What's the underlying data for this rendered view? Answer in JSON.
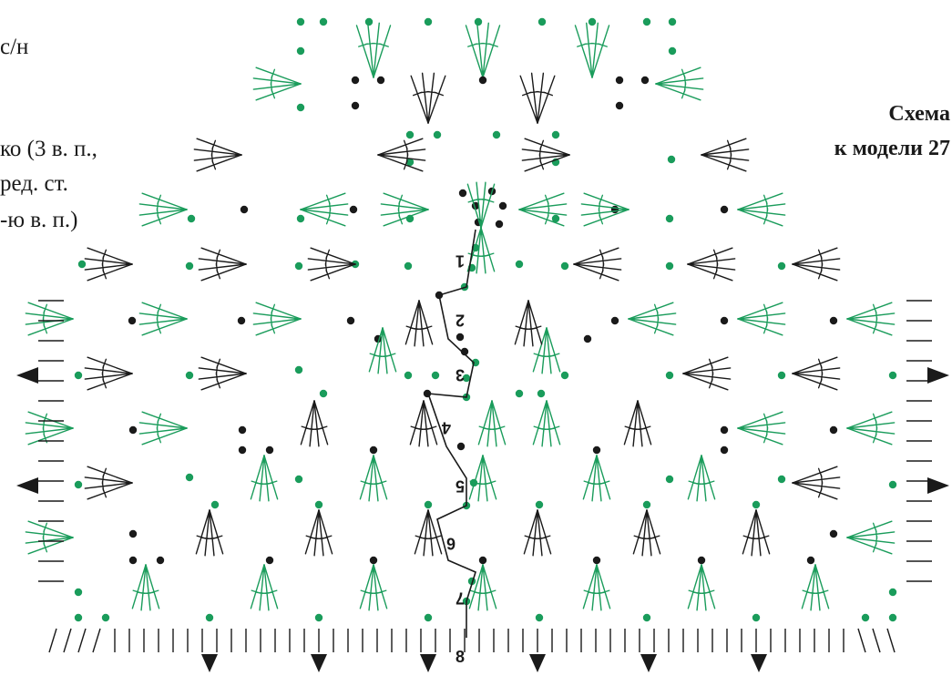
{
  "legend": {
    "lines": [
      "с/н",
      "ко (3 в. п.,",
      "ред. ст.",
      "-ю в. п.)"
    ]
  },
  "title": {
    "line1": "Схема",
    "line2": "к модели 27"
  },
  "colors": {
    "ink": "#1a1a1a",
    "accent": "#1a9c5b"
  },
  "row_numbers": [
    "1",
    "2",
    "3",
    "4",
    "5",
    "6",
    "7",
    "8"
  ],
  "direction_arrows": {
    "left": [
      "left-arrow",
      "left-arrow"
    ],
    "right": [
      "right-arrow",
      "right-arrow"
    ],
    "bottom": [
      "down-arrow",
      "down-arrow",
      "down-arrow",
      "down-arrow",
      "down-arrow",
      "down-arrow"
    ]
  }
}
